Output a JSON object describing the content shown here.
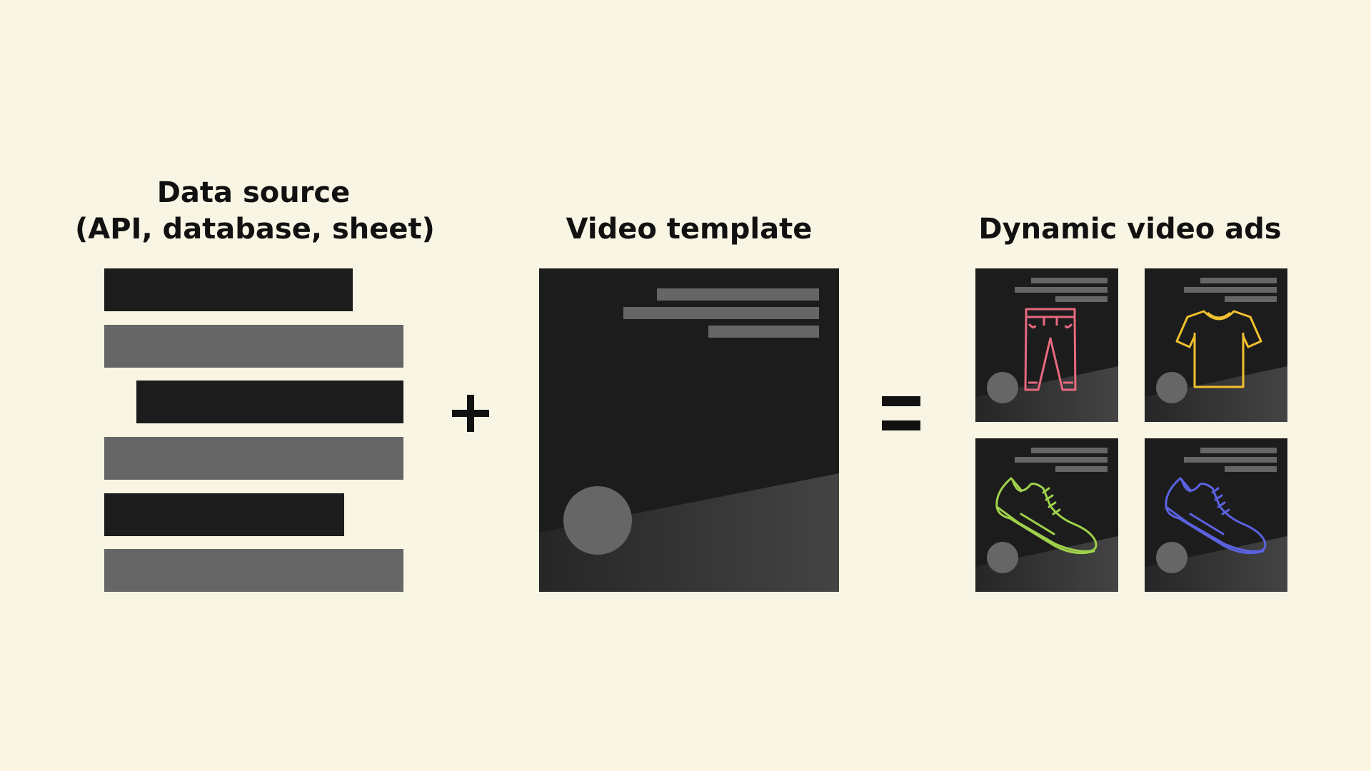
{
  "headings": {
    "data_source": {
      "line1": "Data source",
      "line2": "(API, database, sheet)"
    },
    "video_template": "Video template",
    "dynamic_ads": "Dynamic video ads"
  },
  "operators": {
    "plus": "+",
    "equals": "="
  },
  "ads": [
    {
      "product": "pants-icon",
      "color": "#E8697E"
    },
    {
      "product": "tshirt-icon",
      "color": "#F2C12E"
    },
    {
      "product": "sneaker-icon",
      "color": "#9FD14B"
    },
    {
      "product": "sneaker-icon",
      "color": "#5B62E0"
    }
  ],
  "colors": {
    "background": "#F8F5E4",
    "dark_block": "#1C1C1C",
    "grey_block": "#666666"
  }
}
